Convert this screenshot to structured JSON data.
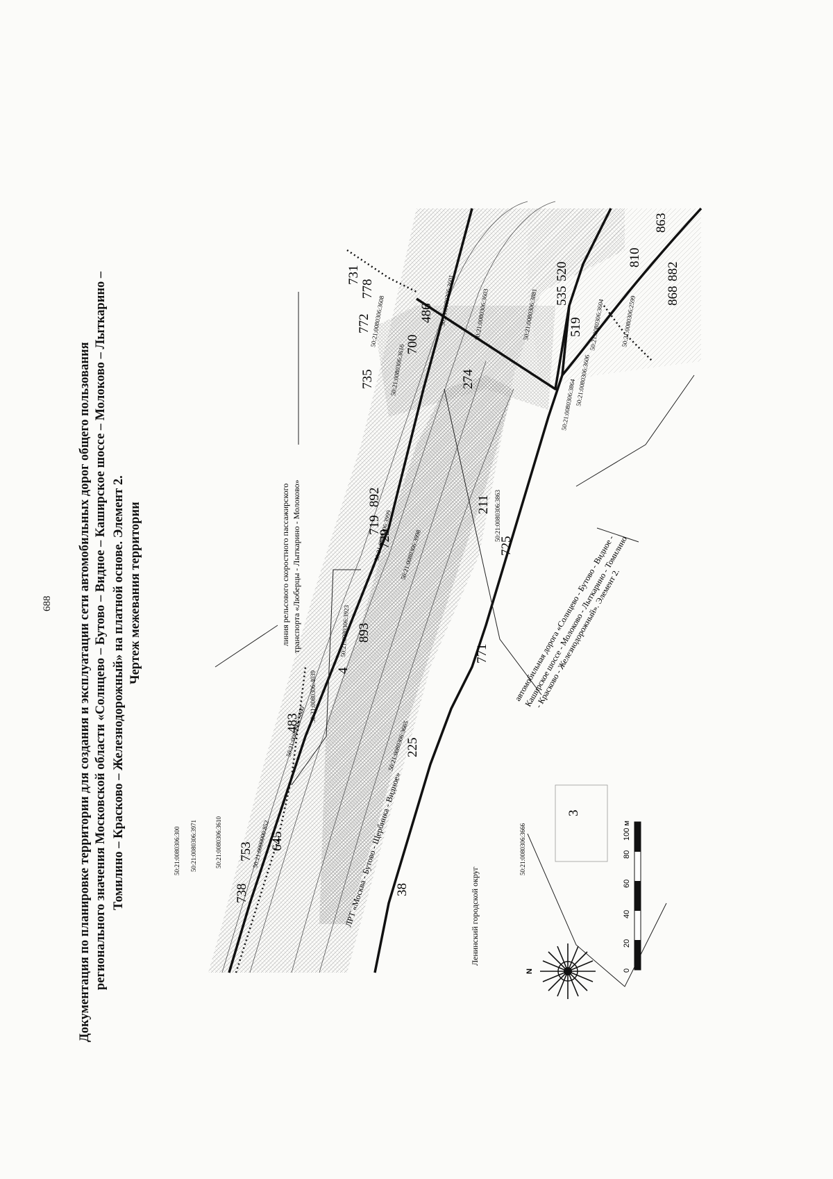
{
  "page_number": "688",
  "title_lines": [
    "Документация по планировке территории для создания и эксплуатации сети автомобильных дорог общего пользования",
    "регионального значения Московской области «Солнцево – Бутово – Видное – Каширское шоссе – Молоково – Лыткарино –",
    "Томилино – Красково – Железнодорожный» на платной основе. Элемент 2.",
    "Чертеж межевания территории"
  ],
  "map": {
    "labels": {
      "rail_label_1": "линия рельсового скоростного пассажирского",
      "rail_label_2": "транспорта «Люберцы - Лыткарино - Молоково»",
      "road_label_1": "автомобильная дорога «Солнцево - Бутово - Видное -",
      "road_label_2": "Каширское шоссе - Молоково - Лыткарино - Томилино",
      "road_label_3": "- Красково - Железнодорожный». Элемент 2.",
      "lrt_label": "ЛРТ «Москва - Бутово - Щербинка - Видное»",
      "district_label": "Ленинский городской округ",
      "scale_unit": "100 м",
      "north": "N"
    },
    "cadastral": {
      "c300": "50:21:0080306:300",
      "c3971": "50:21:0080306:3971",
      "c3610": "50:21:0080306:3610",
      "c852": "50:21:0000000:852",
      "c3600": "50:21:0080306:3600",
      "c3665": "50:21:0080306:3665",
      "c3666": "50:21:0080306:3666",
      "c4039": "50:21:0080306:4039",
      "c3923": "50:21:0080306:3923",
      "c3998": "50:21:0080306:3998",
      "c3999": "50:21:0080306:3999",
      "c3863": "50:21:0080306:3863",
      "c3601": "50:21:0080306:3601",
      "c3603": "50:21:0080306:3603",
      "c3608": "50:21:0080306:3608",
      "c3864": "50:21:0080306:3864",
      "c3881": "50:21:0080306:3881",
      "c3604": "50:21:0080306:3604",
      "c3606": "50:21:0080306:3606",
      "c2599": "50:21:0080306:2599",
      "c3616": "50:21:0080306:3616"
    },
    "parcels": {
      "p738": "738",
      "p753": "753",
      "p645": "645",
      "p483": "483",
      "p38": "38",
      "p225": "225",
      "p3": "3",
      "p4": "4",
      "p893": "893",
      "p719": "719",
      "p892": "892",
      "p729": "729",
      "p725": "725",
      "p211": "211",
      "p771": "771",
      "p735": "735",
      "p772": "772",
      "p778": "778",
      "p731": "731",
      "p700": "700",
      "p486": "486",
      "p274": "274",
      "p535": "535",
      "p520": "520",
      "p519": "519",
      "p810": "810",
      "p863": "863",
      "p868": "868",
      "p882": "882"
    },
    "scale_ticks": [
      "0",
      "20",
      "40",
      "60",
      "80",
      "100 м"
    ]
  },
  "colors": {
    "ink": "#111111",
    "paper": "#fbfbf9",
    "hatch_light": "#b9b9b9",
    "hatch_dense": "#8a8a8a"
  }
}
